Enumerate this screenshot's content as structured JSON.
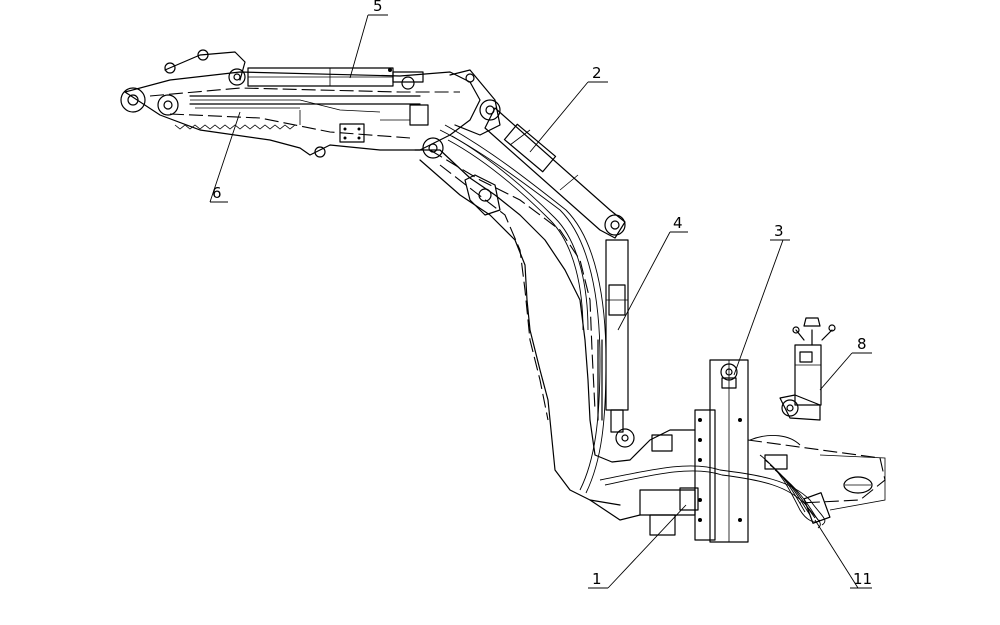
{
  "callouts": {
    "c1": "1",
    "c2": "2",
    "c3": "3",
    "c4": "4",
    "c5": "5",
    "c6": "6",
    "c8": "8",
    "c11": "11"
  }
}
